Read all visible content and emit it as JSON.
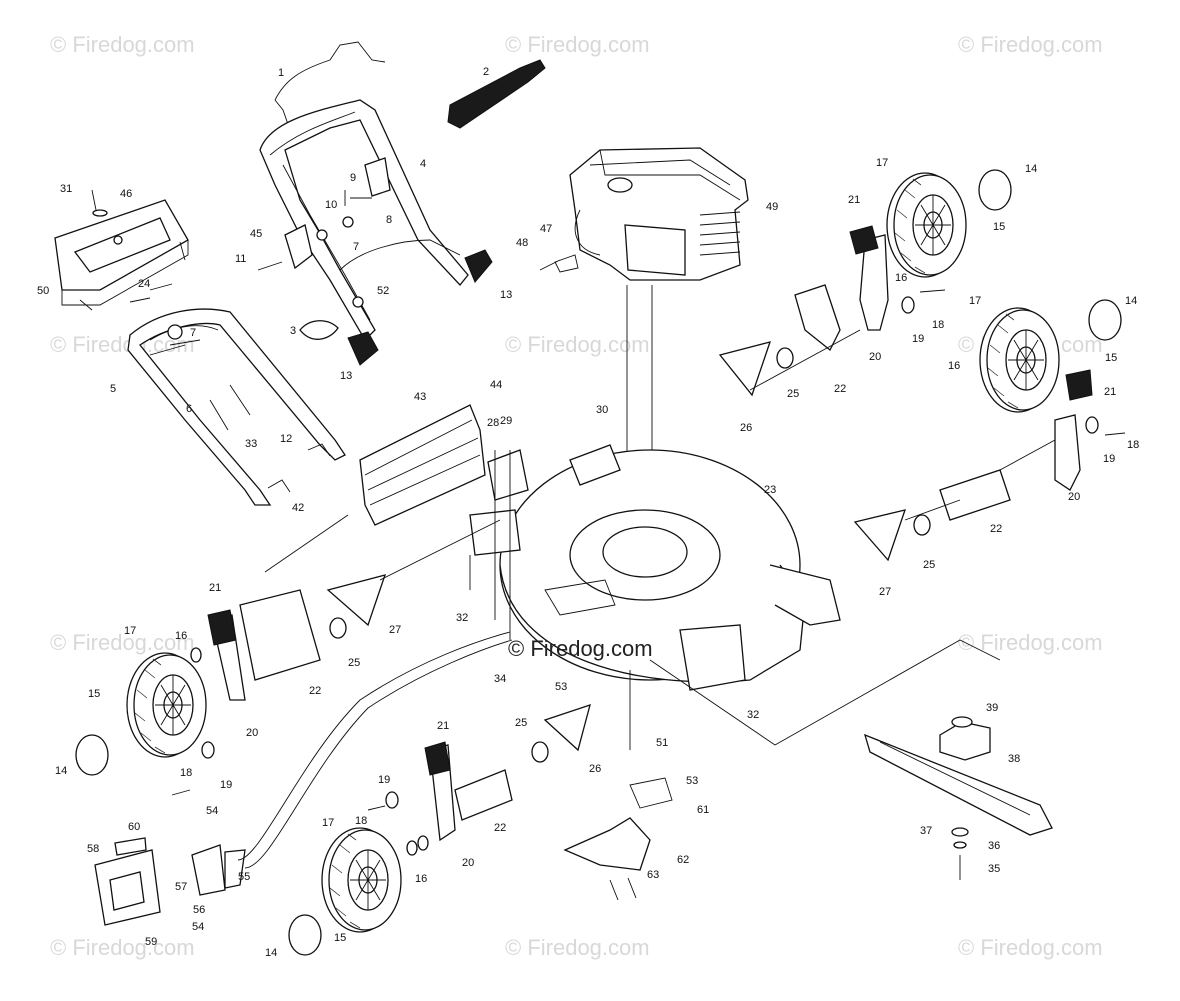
{
  "watermark": {
    "text": "© Firedog.com"
  },
  "center_watermark": {
    "text": "© Firedog.com"
  },
  "callouts": {
    "n1": "1",
    "n2": "2",
    "n3": "3",
    "n4": "4",
    "n5": "5",
    "n6": "6",
    "n7": "7",
    "n8": "8",
    "n9": "9",
    "n10": "10",
    "n11": "11",
    "n12": "12",
    "n13": "13",
    "n14": "14",
    "n15": "15",
    "n16": "16",
    "n17": "17",
    "n18": "18",
    "n19": "19",
    "n20": "20",
    "n21": "21",
    "n22": "22",
    "n23": "23",
    "n24": "24",
    "n25": "25",
    "n26": "26",
    "n27": "27",
    "n28": "28",
    "n29": "29",
    "n30": "30",
    "n31": "31",
    "n32": "32",
    "n33": "33",
    "n34": "34",
    "n35": "35",
    "n36": "36",
    "n37": "37",
    "n38": "38",
    "n39": "39",
    "n42": "42",
    "n43": "43",
    "n44": "44",
    "n45": "45",
    "n46": "46",
    "n47": "47",
    "n48": "48",
    "n49": "49",
    "n50": "50",
    "n51": "51",
    "n52": "52",
    "n53": "53",
    "n54": "54",
    "n55": "55",
    "n56": "56",
    "n57": "57",
    "n58": "58",
    "n59": "59",
    "n60": "60",
    "n61": "61",
    "n62": "62",
    "n63": "63"
  }
}
